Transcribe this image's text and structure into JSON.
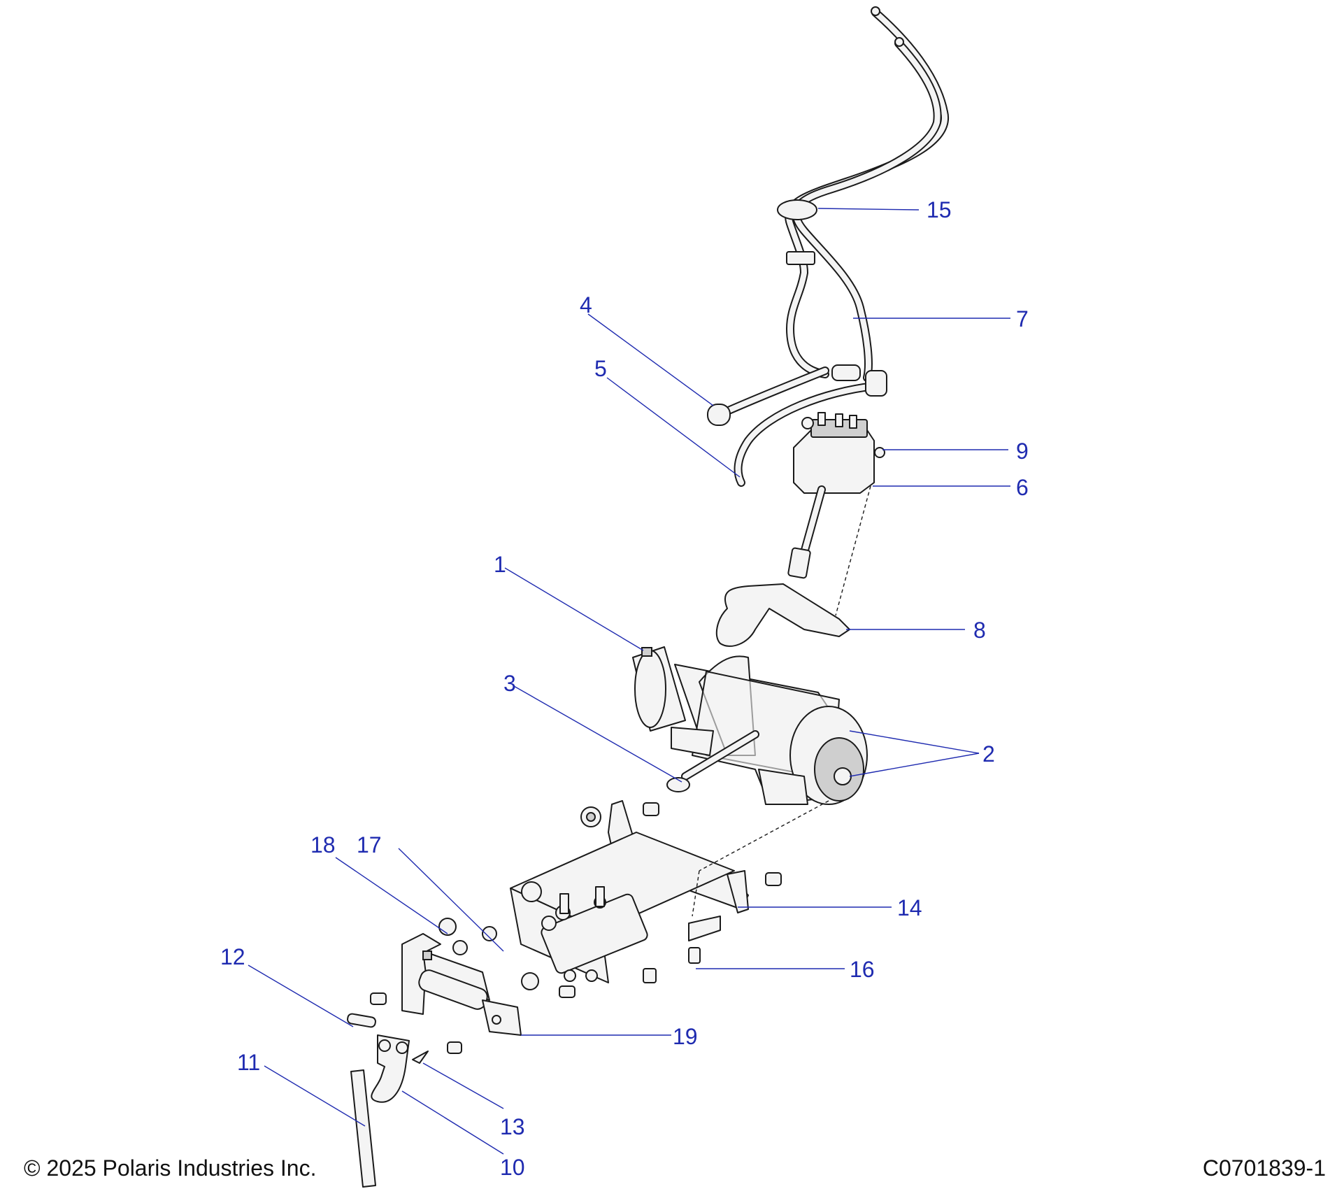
{
  "callouts": {
    "c1": "1",
    "c2": "2",
    "c3": "3",
    "c4": "4",
    "c5": "5",
    "c6": "6",
    "c7": "7",
    "c8": "8",
    "c9": "9",
    "c10": "10",
    "c11": "11",
    "c12": "12",
    "c13": "13",
    "c14": "14",
    "c15": "15",
    "c16": "16",
    "c17": "17",
    "c18": "18",
    "c19": "19"
  },
  "footer": {
    "copyright": "© 2025 Polaris Industries Inc.",
    "drawing_number": "C0701839-1"
  },
  "colors": {
    "callout": "#1f2bb0",
    "line": "#1a1a1a"
  }
}
